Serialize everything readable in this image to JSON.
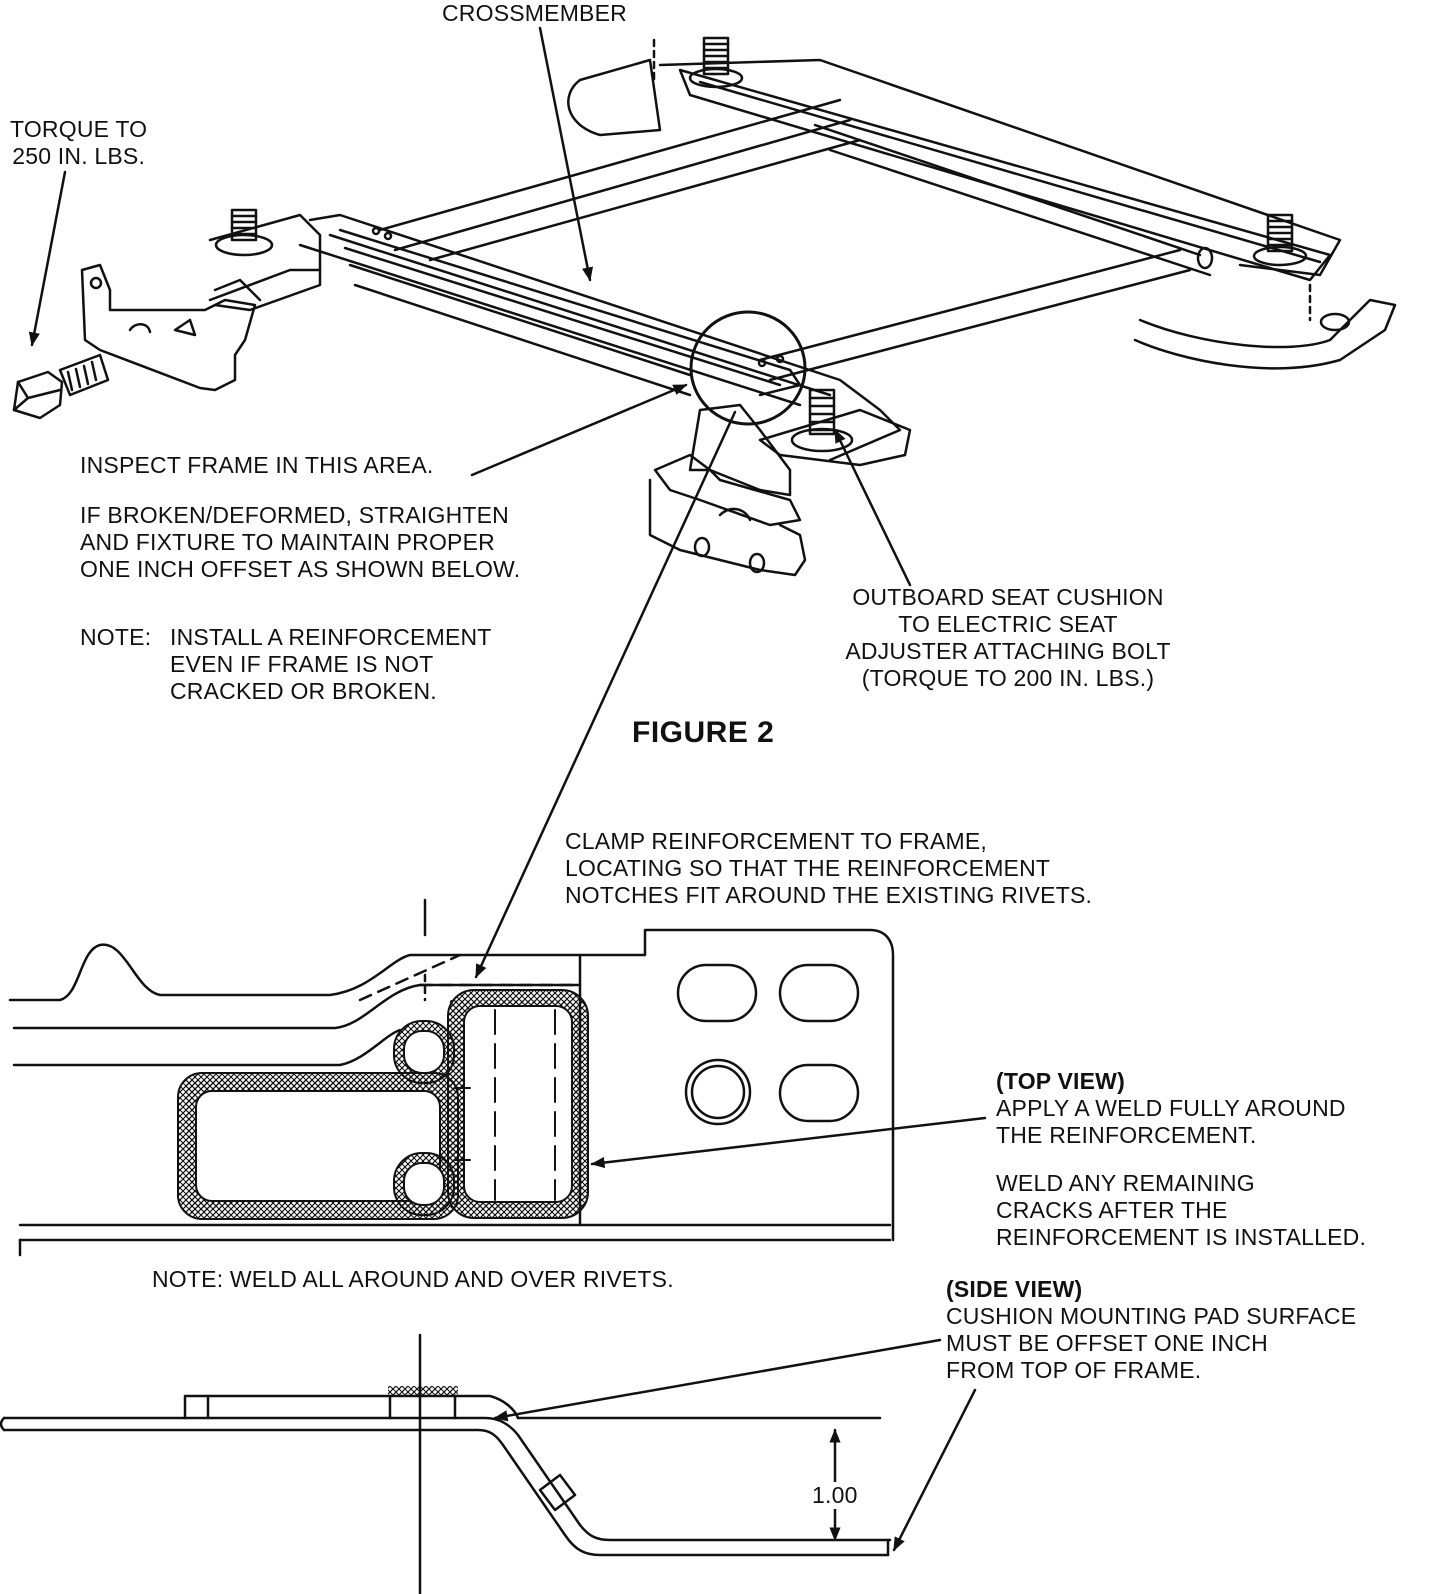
{
  "labels": {
    "crossmember": "CROSSMEMBER",
    "torque_line1": "TORQUE TO",
    "torque_line2": "250 IN. LBS.",
    "inspect": "INSPECT FRAME IN THIS AREA.",
    "broken_line1": "IF BROKEN/DEFORMED, STRAIGHTEN",
    "broken_line2": "AND FIXTURE TO MAINTAIN PROPER",
    "broken_line3": "ONE INCH OFFSET AS SHOWN BELOW.",
    "note_prefix": "NOTE:",
    "note1_line1": "INSTALL A REINFORCEMENT",
    "note1_line2": "EVEN IF FRAME IS NOT",
    "note1_line3": "CRACKED OR BROKEN.",
    "outboard_line1": "OUTBOARD SEAT CUSHION",
    "outboard_line2": "TO ELECTRIC SEAT",
    "outboard_line3": "ADJUSTER ATTACHING BOLT",
    "outboard_line4": "(TORQUE TO 200 IN. LBS.)",
    "figure": "FIGURE 2",
    "clamp_line1": "CLAMP REINFORCEMENT TO FRAME,",
    "clamp_line2": "LOCATING SO THAT THE REINFORCEMENT",
    "clamp_line3": "NOTCHES FIT AROUND THE EXISTING RIVETS.",
    "topview_title": "(TOP VIEW)",
    "topview_line1": "APPLY A WELD FULLY AROUND",
    "topview_line2": "THE REINFORCEMENT.",
    "weld_line1": "WELD ANY REMAINING",
    "weld_line2": "CRACKS AFTER THE",
    "weld_line3": "REINFORCEMENT IS INSTALLED.",
    "note2": "NOTE: WELD ALL AROUND AND OVER RIVETS.",
    "sideview_title": "(SIDE VIEW)",
    "sideview_line1": "CUSHION MOUNTING PAD SURFACE",
    "sideview_line2": "MUST BE OFFSET ONE INCH",
    "sideview_line3": "FROM TOP OF FRAME.",
    "dimension": "1.00"
  },
  "colors": {
    "ink": "#111111",
    "background": "#ffffff"
  }
}
